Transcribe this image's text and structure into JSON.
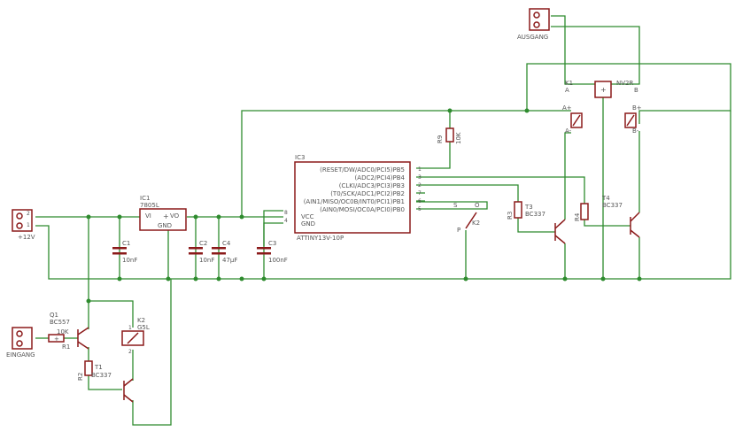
{
  "components": {
    "ic1": {
      "name": "IC1",
      "value": "7805L",
      "vi": "VI",
      "vo": "VO",
      "gnd": "GND"
    },
    "ic3": {
      "name": "IC3",
      "value": "ATTINY13V-10P",
      "pins_right": [
        {
          "label": "(RESET/DW/ADC0/PCI5)PB5",
          "num": "1"
        },
        {
          "label": "(ADC2/PCI4)PB4",
          "num": "3"
        },
        {
          "label": "(CLKI/ADC3/PCI3)PB3",
          "num": "2"
        },
        {
          "label": "(T0/SCK/ADC1/PCI2)PB2",
          "num": "7"
        },
        {
          "label": "(AIN1/MISO/OC0B/INT0/PCI1)PB1",
          "num": "6"
        },
        {
          "label": "(AIN0/MOSI/OC0A/PCI0)PB0",
          "num": "5"
        }
      ],
      "vcc": "VCC",
      "gnd": "GND",
      "pin_vcc": "8",
      "pin_gnd": "4"
    },
    "c1": {
      "name": "C1",
      "value": "10nF"
    },
    "c2": {
      "name": "C2",
      "value": "10nF"
    },
    "c3": {
      "name": "C3",
      "value": "100nF"
    },
    "c4": {
      "name": "C4",
      "value": "47µF"
    },
    "r9": {
      "name": "R9",
      "value": "10K"
    },
    "r3": {
      "name": "R3"
    },
    "r4": {
      "name": "R4"
    },
    "r1": {
      "name": "R1",
      "value": "10K"
    },
    "r2": {
      "name": "R2"
    },
    "t3": {
      "name": "T3",
      "value": "BC337"
    },
    "t4": {
      "name": "T4",
      "value": "BC337"
    },
    "t1": {
      "name": "T1",
      "value": "BC337"
    },
    "q1": {
      "name": "Q1",
      "value": "BC557"
    },
    "k1": {
      "name": "K1",
      "value": "NV2R",
      "a": "A",
      "b": "B",
      "a_plus": "A+",
      "a_minus": "A-",
      "b_plus": "B+",
      "b_minus": "B-"
    },
    "k2_switch": {
      "name": "K2",
      "s": "S",
      "o": "O",
      "p": "P"
    },
    "k2_relay": {
      "name": "K2",
      "value": "G5L"
    },
    "conn_12v": {
      "label": "+12V"
    },
    "conn_eingang": {
      "label": "EINGANG"
    },
    "conn_ausgang": {
      "label": "AUSGANG"
    }
  }
}
